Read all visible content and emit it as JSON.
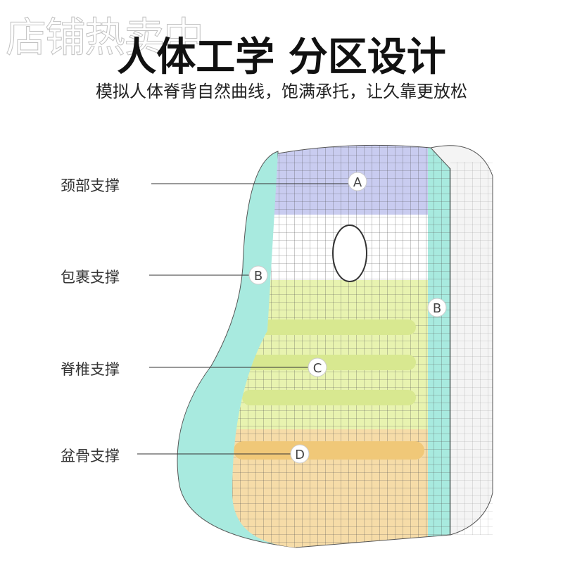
{
  "watermark": "店铺热卖中",
  "title": "人体工学 分区设计",
  "subtitle": "模拟人体脊背自然曲线，饱满承托，让久靠更放松",
  "zones": [
    {
      "label": "颈部支撑",
      "marker": "A"
    },
    {
      "label": "包裹支撑",
      "marker": "B"
    },
    {
      "label": "脊椎支撑",
      "marker": "C"
    },
    {
      "label": "盆骨支撑",
      "marker": "D"
    }
  ],
  "colors": {
    "neck": "#c9ccf0",
    "wrap": "#a8eadf",
    "spine": "#e8f3b0",
    "pelvis": "#f6dca8"
  }
}
